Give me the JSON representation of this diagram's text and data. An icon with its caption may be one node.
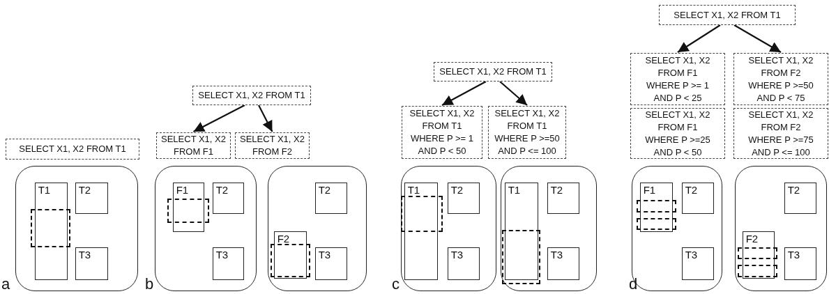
{
  "diagram": {
    "nodes": [
      {
        "text": [
          "SELECT X1, X2 FROM T1"
        ]
      },
      {
        "text": [],
        "shape": "box"
      },
      {
        "text": [
          "T1"
        ],
        "in": 1
      },
      {
        "text": [
          "T2"
        ],
        "in": 1
      },
      {
        "text": [
          "T3"
        ],
        "in": 1
      },
      {
        "text": [
          "SELECT X1, X2 FROM T1"
        ]
      },
      {
        "text": [
          "SELECT X1, X2 FROM F1"
        ]
      },
      {
        "text": [
          "SELECT X1, X2 FROM F2"
        ]
      },
      {
        "text": [],
        "shape": "box"
      },
      {
        "text": [
          "F1"
        ],
        "in": 8
      },
      {
        "text": [
          "T2"
        ],
        "in": 8
      },
      {
        "text": [
          "T3"
        ],
        "in": 8
      },
      {
        "text": [],
        "shape": "box"
      },
      {
        "text": [
          "T2"
        ],
        "in": 12
      },
      {
        "text": [
          "F2"
        ],
        "in": 12
      },
      {
        "text": [
          "T3"
        ],
        "in": 12
      },
      {
        "text": [
          "SELECT X1, X2 FROM T1"
        ]
      },
      {
        "text": [
          "SELECT X1, X2 FROM T1 WHERE P >= 1 AND P < 50"
        ]
      },
      {
        "text": [
          "SELECT X1, X2 FROM T1 WHERE P >=50 AND P <= 100"
        ]
      },
      {
        "text": [],
        "shape": "box"
      },
      {
        "text": [
          "T1"
        ],
        "in": 19
      },
      {
        "text": [
          "T2"
        ],
        "in": 19
      },
      {
        "text": [
          "T3"
        ],
        "in": 19
      },
      {
        "text": [],
        "shape": "box"
      },
      {
        "text": [
          "T1"
        ],
        "in": 23
      },
      {
        "text": [
          "T2"
        ],
        "in": 23
      },
      {
        "text": [
          "T3"
        ],
        "in": 23
      },
      {
        "text": [
          "SELECT X1, X2 FROM T1"
        ]
      },
      {
        "text": [
          "SELECT X1, X2 FROM F1 WHERE P >= 1 AND P < 25"
        ]
      },
      {
        "text": [
          "SELECT X1, X2 FROM F2 WHERE P >=50 AND P < 75"
        ]
      },
      {
        "text": [
          "SELECT X1, X2 FROM F1 WHERE P >=25 AND P < 50"
        ]
      },
      {
        "text": [
          "SELECT X1, X2 FROM F2 WHERE P >=75 AND P <= 100"
        ]
      },
      {
        "text": [],
        "shape": "box"
      },
      {
        "text": [
          "F1"
        ],
        "in": 32
      },
      {
        "text": [
          "T2"
        ],
        "in": 32
      },
      {
        "text": [
          "T3"
        ],
        "in": 32
      },
      {
        "text": [],
        "shape": "box"
      },
      {
        "text": [
          "T2"
        ],
        "in": 36
      },
      {
        "text": [
          "F2"
        ],
        "in": 36
      },
      {
        "text": [
          "T3"
        ],
        "in": 36
      },
      {
        "text": [],
        "shape": "box",
        "in": 1
      },
      {
        "text": [],
        "shape": "box",
        "in": 8
      },
      {
        "text": [],
        "shape": "box",
        "in": 12
      },
      {
        "text": [],
        "shape": "box",
        "in": 19
      },
      {
        "text": [],
        "shape": "box",
        "in": 23
      },
      {
        "text": [],
        "shape": "box",
        "in": 32
      },
      {
        "text": [],
        "shape": "box",
        "in": 32
      },
      {
        "text": [],
        "shape": "box",
        "in": 36
      },
      {
        "text": [],
        "shape": "box",
        "in": 36
      }
    ],
    "edges": [
      {
        "from": 5,
        "to": 6,
        "arrow": "to"
      },
      {
        "from": 5,
        "to": 7,
        "arrow": "to"
      },
      {
        "from": 16,
        "to": 17,
        "arrow": "to"
      },
      {
        "from": 16,
        "to": 18,
        "arrow": "to"
      },
      {
        "from": 27,
        "to": 28,
        "arrow": "to"
      },
      {
        "from": 27,
        "to": 29,
        "arrow": "to"
      }
    ],
    "labels": [
      "a",
      "b",
      "c",
      "d"
    ]
  }
}
